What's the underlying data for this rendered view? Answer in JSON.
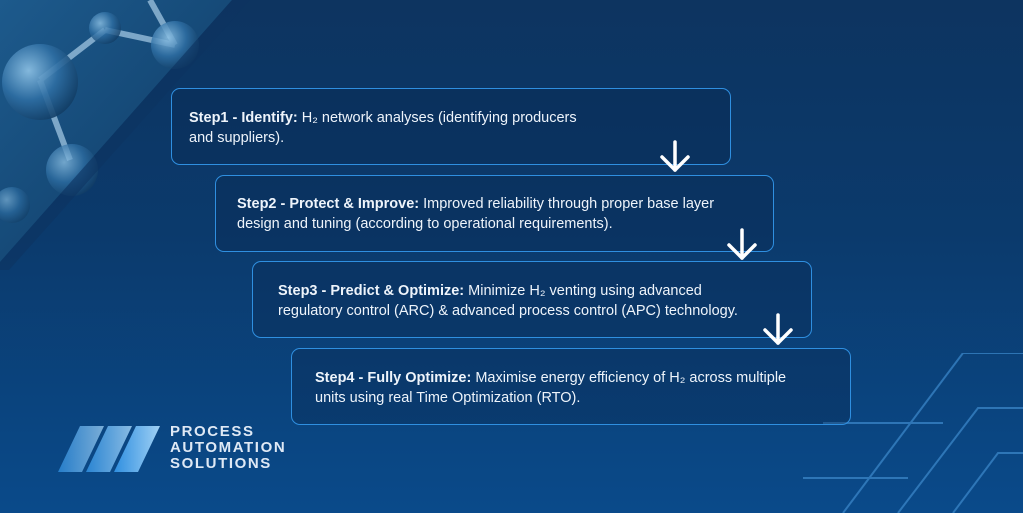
{
  "steps": [
    {
      "title": "Step1 - Identify:",
      "line1": " H₂ network analyses (identifying producers",
      "line2": "and suppliers)."
    },
    {
      "title": "Step2 - Protect & Improve:",
      "line1": " Improved reliability through proper base layer",
      "line2": "design and tuning (according to operational requirements)."
    },
    {
      "title": "Step3 - Predict & Optimize:",
      "line1": " Minimize H₂ venting using advanced",
      "line2": "regulatory control (ARC) & advanced process control (APC) technology."
    },
    {
      "title": "Step4 - Fully Optimize:",
      "line1": " Maximise energy efficiency of H₂ across multiple",
      "line2": "units using real Time Optimization (RTO)."
    }
  ],
  "logo": {
    "line1": "PROCESS",
    "line2": "AUTOMATION",
    "line3": "SOLUTIONS"
  },
  "icons": {
    "arrow": "arrow-down-icon",
    "logo_mark": "slanted-bars-logo"
  },
  "colors": {
    "accent": "#2f8fe0",
    "background": "#0b3a6c",
    "text": "#eef4fb"
  }
}
